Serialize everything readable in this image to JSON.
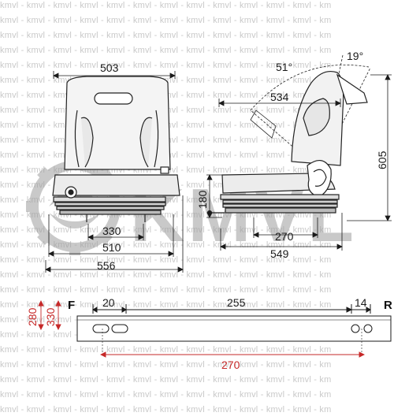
{
  "watermark": {
    "text": "kmvl - kmvl - kmvl - kmvl - kmvl - kmvl - kmvl - kmvl - kmvl - kmvl - kmvl - kmvl - km",
    "brand": "KMVL"
  },
  "front_view": {
    "width_top": "503",
    "width_base_inner": "330",
    "width_mid": "510",
    "width_total": "556"
  },
  "side_view": {
    "angle_back": "51°",
    "angle_tilt": "19°",
    "depth_top": "534",
    "height_total": "605",
    "height_base": "180",
    "slide_length": "270",
    "depth_total": "549"
  },
  "rail_view": {
    "front_label": "F",
    "rear_label": "R",
    "height_a": "280",
    "height_b": "330",
    "slot_width": "20",
    "spacing": "255",
    "hole_dia": "14",
    "travel": "270"
  },
  "colors": {
    "accent_red": "#c62828",
    "watermark_gray": "#c9c9c9",
    "line_dark": "#1a1a1a"
  }
}
